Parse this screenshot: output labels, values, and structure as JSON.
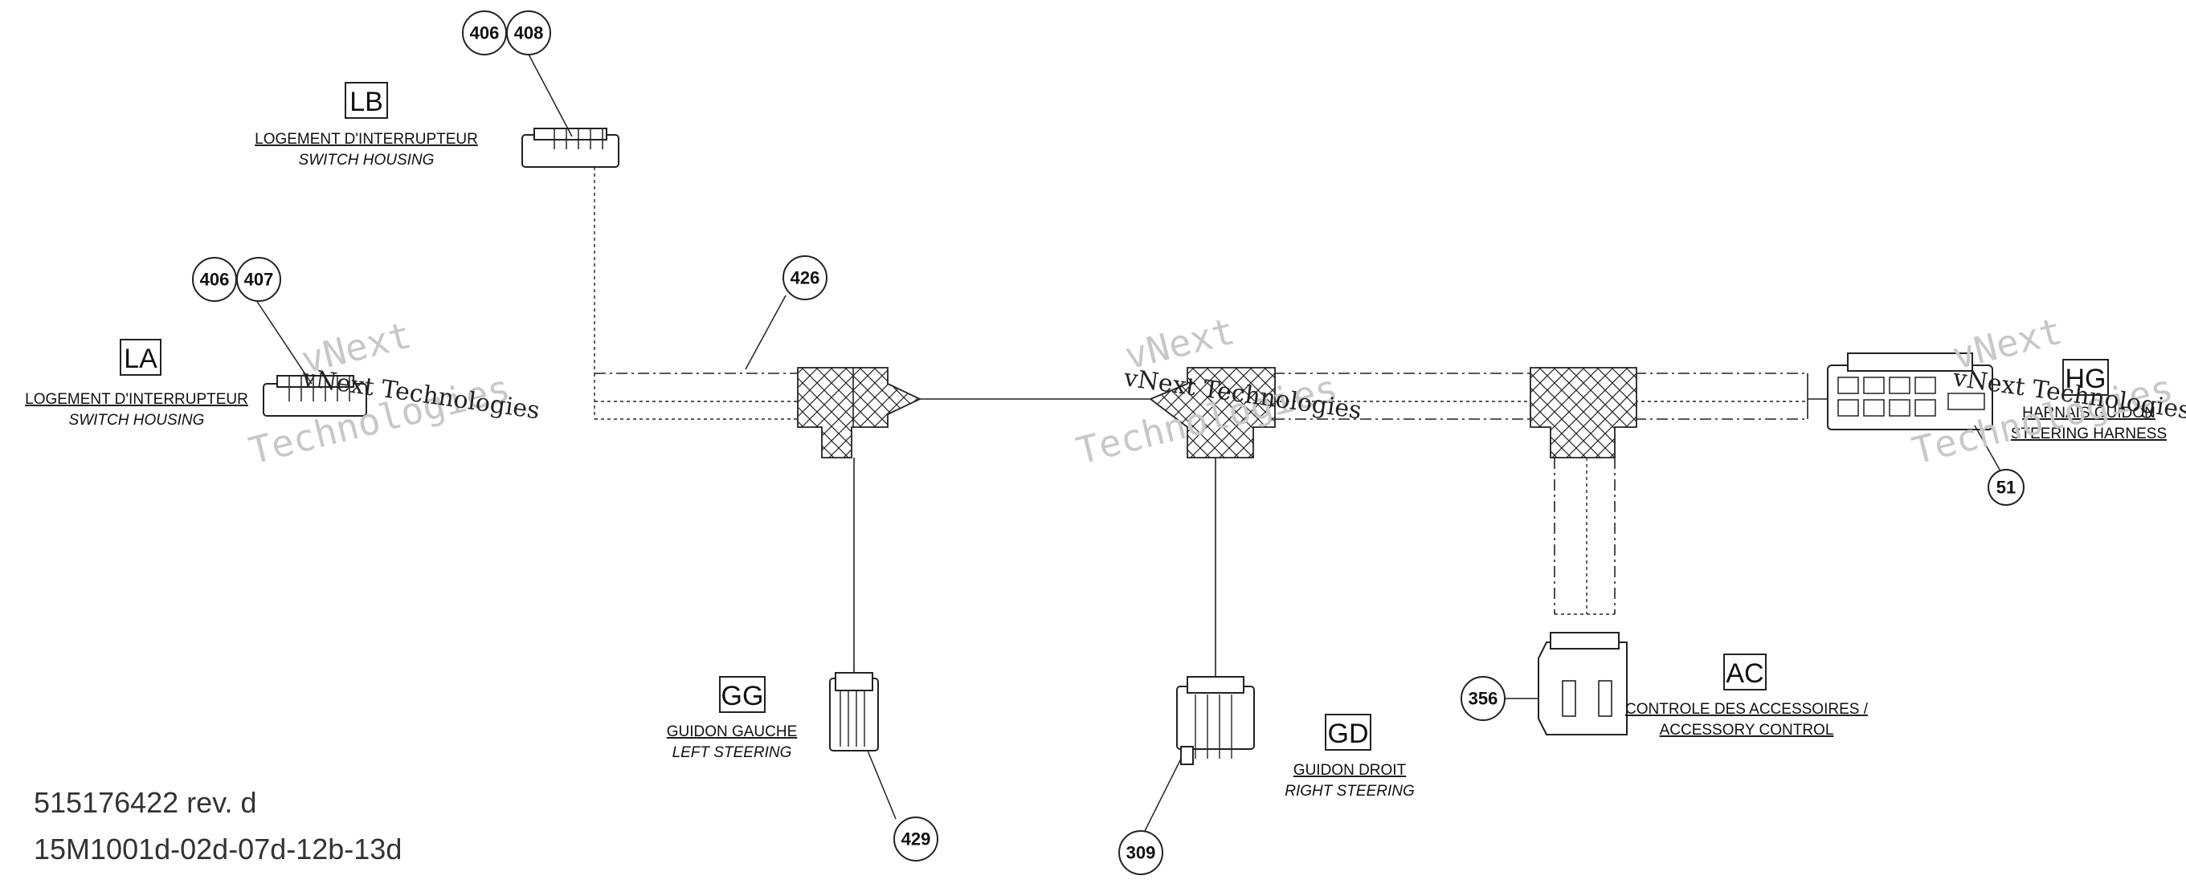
{
  "labels": {
    "lb": {
      "code": "LB",
      "fr": "LOGEMENT D'INTERRUPTEUR",
      "en": "SWITCH HOUSING"
    },
    "la": {
      "code": "LA",
      "fr": "LOGEMENT D'INTERRUPTEUR",
      "en": "SWITCH HOUSING"
    },
    "gg": {
      "code": "GG",
      "fr": "GUIDON GAUCHE",
      "en": "LEFT STEERING"
    },
    "gd": {
      "code": "GD",
      "fr": "GUIDON DROIT",
      "en": "RIGHT STEERING"
    },
    "ac": {
      "code": "AC",
      "fr": "CONTROLE DES ACCESSOIRES /",
      "en": "ACCESSORY CONTROL"
    },
    "hg": {
      "code": "HG",
      "fr": "HARNAIS GUIDON",
      "en": "STEERING HARNESS"
    }
  },
  "callouts": {
    "c406a": "406",
    "c408": "408",
    "c406b": "406",
    "c407": "407",
    "c426": "426",
    "c51": "51",
    "c356": "356",
    "c429": "429",
    "c309": "309"
  },
  "reference": {
    "part_number": "515176422 rev. d",
    "drawing_code": "15M1001d-02d-07d-12b-13d"
  },
  "watermark": {
    "line1": "vNext",
    "line2": "Technologies",
    "inline": "vNext Technologies"
  }
}
